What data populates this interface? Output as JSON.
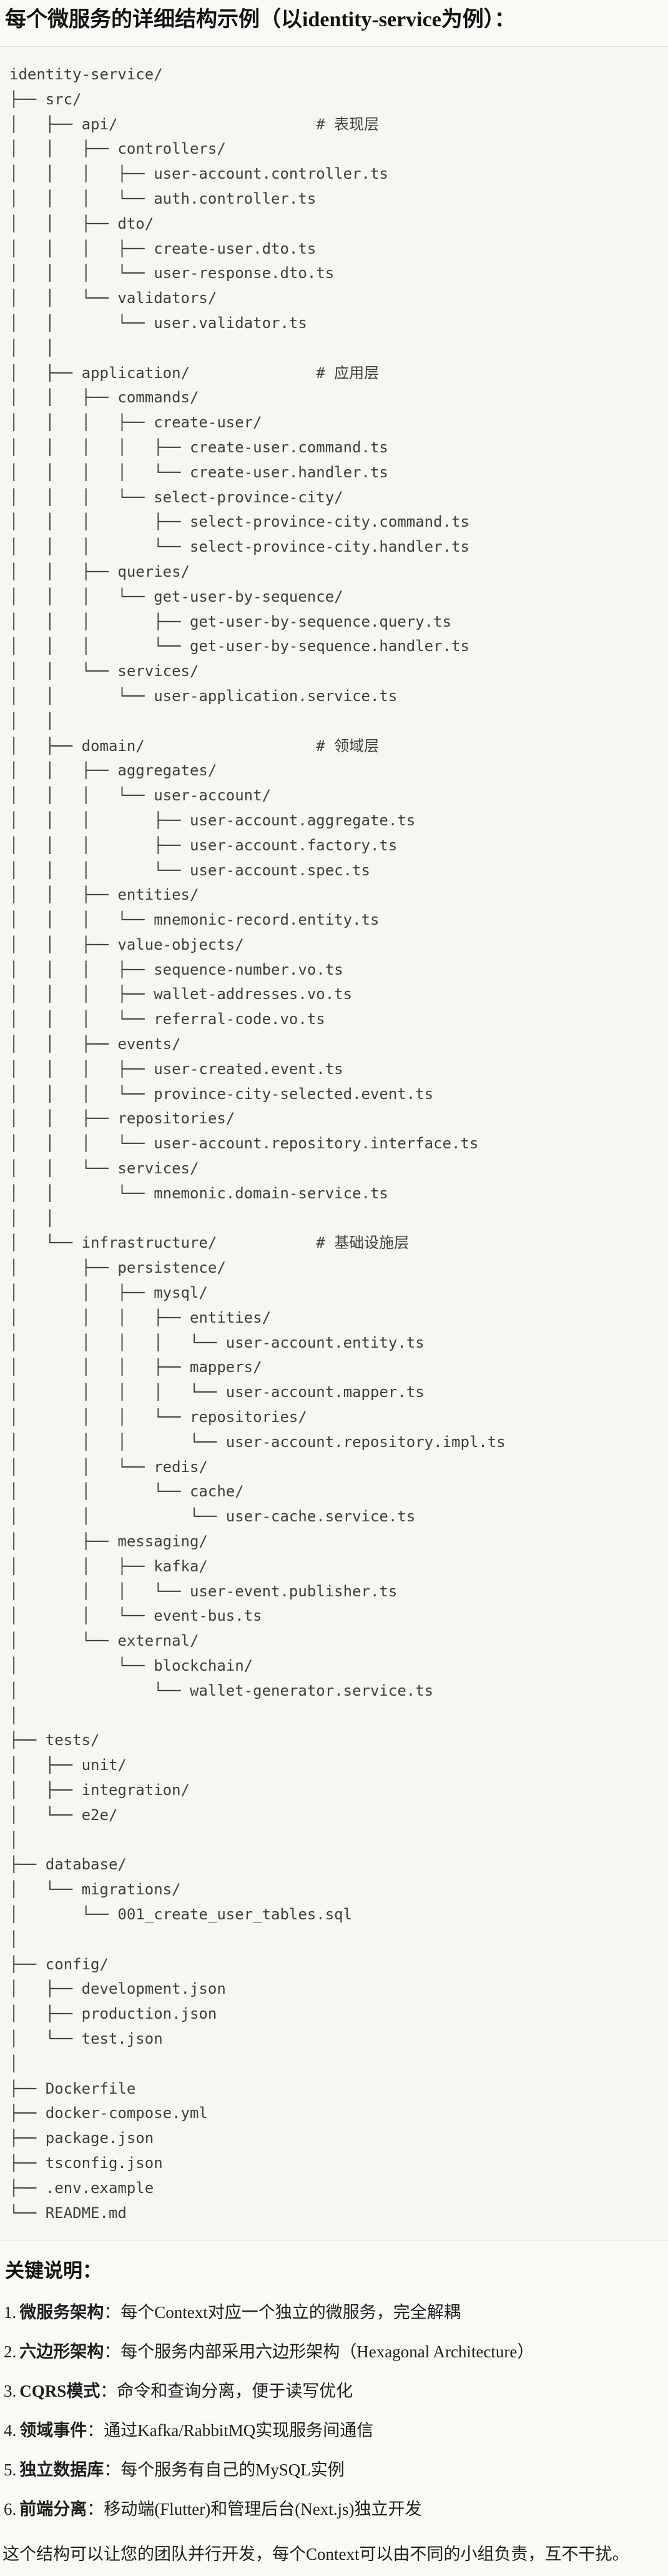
{
  "title": "每个微服务的详细结构示例（以identity-service为例）：",
  "tree": {
    "lines": [
      "identity-service/",
      "├── src/",
      "│   ├── api/                      # 表现层",
      "│   │   ├── controllers/",
      "│   │   │   ├── user-account.controller.ts",
      "│   │   │   └── auth.controller.ts",
      "│   │   ├── dto/",
      "│   │   │   ├── create-user.dto.ts",
      "│   │   │   └── user-response.dto.ts",
      "│   │   └── validators/",
      "│   │       └── user.validator.ts",
      "│   │",
      "│   ├── application/              # 应用层",
      "│   │   ├── commands/",
      "│   │   │   ├── create-user/",
      "│   │   │   │   ├── create-user.command.ts",
      "│   │   │   │   └── create-user.handler.ts",
      "│   │   │   └── select-province-city/",
      "│   │   │       ├── select-province-city.command.ts",
      "│   │   │       └── select-province-city.handler.ts",
      "│   │   ├── queries/",
      "│   │   │   └── get-user-by-sequence/",
      "│   │   │       ├── get-user-by-sequence.query.ts",
      "│   │   │       └── get-user-by-sequence.handler.ts",
      "│   │   └── services/",
      "│   │       └── user-application.service.ts",
      "│   │",
      "│   ├── domain/                   # 领域层",
      "│   │   ├── aggregates/",
      "│   │   │   └── user-account/",
      "│   │   │       ├── user-account.aggregate.ts",
      "│   │   │       ├── user-account.factory.ts",
      "│   │   │       └── user-account.spec.ts",
      "│   │   ├── entities/",
      "│   │   │   └── mnemonic-record.entity.ts",
      "│   │   ├── value-objects/",
      "│   │   │   ├── sequence-number.vo.ts",
      "│   │   │   ├── wallet-addresses.vo.ts",
      "│   │   │   └── referral-code.vo.ts",
      "│   │   ├── events/",
      "│   │   │   ├── user-created.event.ts",
      "│   │   │   └── province-city-selected.event.ts",
      "│   │   ├── repositories/",
      "│   │   │   └── user-account.repository.interface.ts",
      "│   │   └── services/",
      "│   │       └── mnemonic.domain-service.ts",
      "│   │",
      "│   └── infrastructure/           # 基础设施层",
      "│       ├── persistence/",
      "│       │   ├── mysql/",
      "│       │   │   ├── entities/",
      "│       │   │   │   └── user-account.entity.ts",
      "│       │   │   ├── mappers/",
      "│       │   │   │   └── user-account.mapper.ts",
      "│       │   │   └── repositories/",
      "│       │   │       └── user-account.repository.impl.ts",
      "│       │   └── redis/",
      "│       │       └── cache/",
      "│       │           └── user-cache.service.ts",
      "│       ├── messaging/",
      "│       │   ├── kafka/",
      "│       │   │   └── user-event.publisher.ts",
      "│       │   └── event-bus.ts",
      "│       └── external/",
      "│           └── blockchain/",
      "│               └── wallet-generator.service.ts",
      "│",
      "├── tests/",
      "│   ├── unit/",
      "│   ├── integration/",
      "│   └── e2e/",
      "│",
      "├── database/",
      "│   └── migrations/",
      "│       └── 001_create_user_tables.sql",
      "│",
      "├── config/",
      "│   ├── development.json",
      "│   ├── production.json",
      "│   └── test.json",
      "│",
      "├── Dockerfile",
      "├── docker-compose.yml",
      "├── package.json",
      "├── tsconfig.json",
      "├── .env.example",
      "└── README.md"
    ]
  },
  "notes": {
    "title": "关键说明：",
    "items": [
      {
        "num": "1.",
        "term": "微服务架构",
        "rest": "：每个Context对应一个独立的微服务，完全解耦"
      },
      {
        "num": "2.",
        "term": "六边形架构",
        "rest": "：每个服务内部采用六边形架构（Hexagonal Architecture）"
      },
      {
        "num": "3.",
        "term": "CQRS模式",
        "rest": "：命令和查询分离，便于读写优化"
      },
      {
        "num": "4.",
        "term": "领域事件",
        "rest": "：通过Kafka/RabbitMQ实现服务间通信"
      },
      {
        "num": "5.",
        "term": "独立数据库",
        "rest": "：每个服务有自己的MySQL实例"
      },
      {
        "num": "6.",
        "term": "前端分离",
        "rest": "：移动端(Flutter)和管理后台(Next.js)独立开发"
      }
    ]
  },
  "closing": "这个结构可以让您的团队并行开发，每个Context可以由不同的小组负责，互不干扰。",
  "colors": {
    "page_background": "#faf9f5",
    "code_background": "#f7f6f2",
    "code_border": "#e5e3de",
    "tree_text": "#3e3e3e",
    "heading_text": "#111111",
    "body_text": "#1e1e1e"
  }
}
